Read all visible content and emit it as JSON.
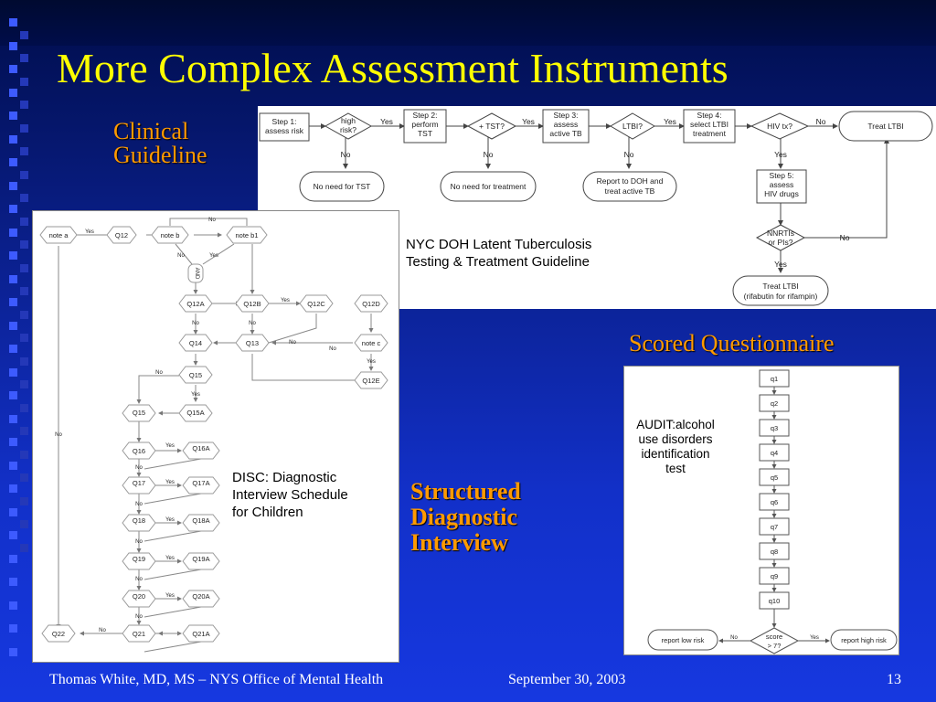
{
  "slide": {
    "title": "More Complex Assessment Instruments",
    "labels": {
      "clinical_line1": "Clinical",
      "clinical_line2": "Guideline",
      "scored": "Scored Questionnaire",
      "structured_line1": "Structured",
      "structured_line2": "Diagnostic",
      "structured_line3": "Interview"
    },
    "footer": {
      "author": "Thomas White, MD, MS – NYS Office of Mental Health",
      "date": "September 30, 2003",
      "page": "13"
    },
    "colors": {
      "title": "#ffff00",
      "accent": "#ff9a00",
      "background": "#1230c8"
    }
  },
  "tb_guideline": {
    "caption_line1": "NYC DOH Latent Tuberculosis",
    "caption_line2": "Testing & Treatment Guideline",
    "step1_l1": "Step 1:",
    "step1_l2": "assess risk",
    "high_l1": "high",
    "high_l2": "risk?",
    "step2_l1": "Step 2:",
    "step2_l2": "perform",
    "step2_l3": "TST",
    "tst": "+ TST?",
    "step3_l1": "Step 3:",
    "step3_l2": "assess",
    "step3_l3": "active TB",
    "ltbi": "LTBI?",
    "step4_l1": "Step 4:",
    "step4_l2": "select LTBI",
    "step4_l3": "treatment",
    "hiv": "HIV tx?",
    "treat": "Treat LTBI",
    "no_tst": "No need for TST",
    "no_treatment": "No need for treatment",
    "report_l1": "Report to DOH and",
    "report_l2": "treat active TB",
    "step5_l1": "Step 5:",
    "step5_l2": "assess",
    "step5_l3": "HIV drugs",
    "nnrti_l1": "NNRTIs",
    "nnrti_l2": "or PIs?",
    "treat2_l1": "Treat LTBI",
    "treat2_l2": "(rifabutin for rifampin)",
    "yes": "Yes",
    "no": "No"
  },
  "disc": {
    "caption_line1": "DISC: Diagnostic",
    "caption_line2": "Interview Schedule",
    "caption_line3": "for Children",
    "note_a": "note a",
    "q12": "Q12",
    "note_b": "note b",
    "note_b1": "note b1",
    "and": "AND",
    "q12a": "Q12A",
    "q12b": "Q12B",
    "q12c": "Q12C",
    "q12d": "Q12D",
    "q14": "Q14",
    "q13": "Q13",
    "note_c": "note c",
    "q12e": "Q12E",
    "q15": "Q15",
    "q15b": "Q15",
    "q15a": "Q15A",
    "q16": "Q16",
    "q16a": "Q16A",
    "q17": "Q17",
    "q17a": "Q17A",
    "q18": "Q18",
    "q18a": "Q18A",
    "q19": "Q19",
    "q19a": "Q19A",
    "q20": "Q20",
    "q20a": "Q20A",
    "q21": "Q21",
    "q21a": "Q21A",
    "q22": "Q22",
    "yes": "Yes",
    "no": "No"
  },
  "audit": {
    "caption_line1": "AUDIT:alcohol",
    "caption_line2": "use disorders",
    "caption_line3": "identification",
    "caption_line4": "test",
    "items": [
      "q1",
      "q2",
      "q3",
      "q4",
      "q5",
      "q6",
      "q7",
      "q8",
      "q9",
      "q10"
    ],
    "score_l1": "score",
    "score_l2": "> 7?",
    "low": "report low risk",
    "high": "report high risk",
    "yes": "Yes",
    "no": "No"
  }
}
